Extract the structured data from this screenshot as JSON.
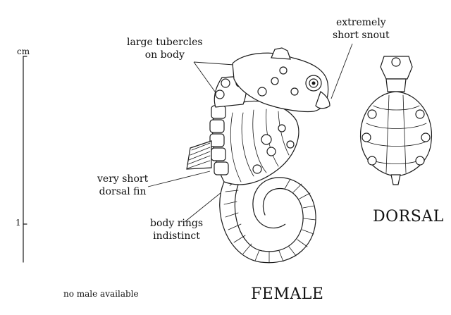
{
  "scale": {
    "unit": "cm",
    "tick_label": "1"
  },
  "annotations": {
    "tubercles": [
      "large tubercles",
      "on body"
    ],
    "snout": [
      "extremely",
      "short snout"
    ],
    "dorsal_fin": [
      "very short",
      "dorsal fin"
    ],
    "body_rings": [
      "body rings",
      "indistinct"
    ]
  },
  "view_labels": {
    "dorsal": "DORSAL",
    "female": "FEMALE"
  },
  "note": "no male available"
}
